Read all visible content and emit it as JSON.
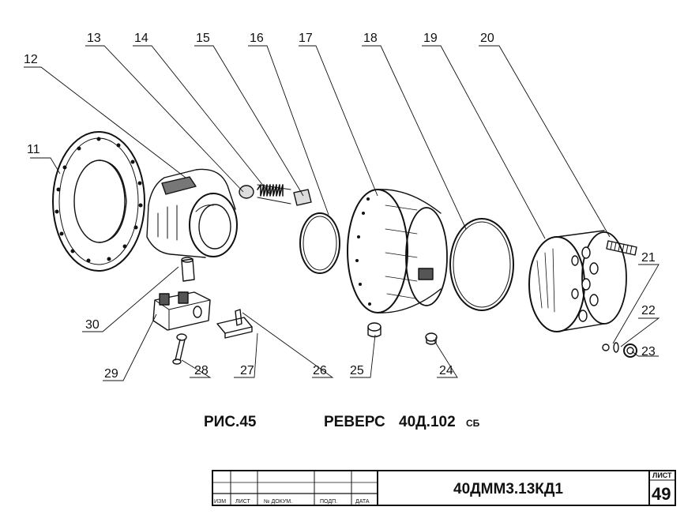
{
  "figure": {
    "number": "РИС.45",
    "title": "РЕВЕРС",
    "designation": "40Д.102",
    "suffix": "СБ"
  },
  "callouts": [
    "11",
    "12",
    "13",
    "14",
    "15",
    "16",
    "17",
    "18",
    "19",
    "20",
    "21",
    "22",
    "23",
    "24",
    "25",
    "26",
    "27",
    "28",
    "29",
    "30"
  ],
  "title_block": {
    "doc_code": "40ДММ3.13КД1",
    "sheet_label": "ЛИСТ",
    "sheet_number": "49",
    "columns": [
      "ИЗМ",
      "ЛИСТ",
      "№ ДОКУМ.",
      "ПОДП.",
      "ДАТА"
    ]
  },
  "colors": {
    "ink": "#111111",
    "paper": "#ffffff"
  }
}
